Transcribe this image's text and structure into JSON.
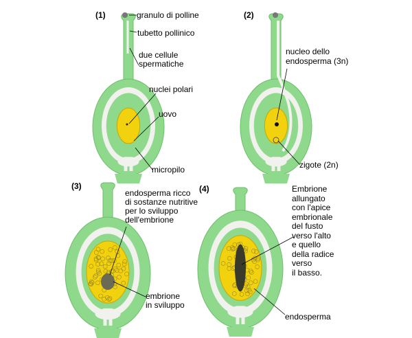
{
  "colors": {
    "tissue": "#8fd98c",
    "cavity": "#f1f1ee",
    "endosperm": "#f2d20f",
    "outline": "#6cbf6a",
    "embryo": "#3a3a2a"
  },
  "panels": [
    {
      "number": "(1)",
      "labels": {
        "pollen": "granulo di polline",
        "tube": "tubetto pollinico",
        "sperm": [
          "due cellule",
          "spermatiche"
        ],
        "polar": "nuclei polari",
        "egg": "uovo",
        "micropyle": "micropilo"
      }
    },
    {
      "number": "(2)",
      "labels": {
        "nucleus": [
          "nucleo dello",
          "endosperma (3n)"
        ],
        "zygote": "zigote (2n)"
      }
    },
    {
      "number": "(3)",
      "labels": {
        "endosperm": [
          "endosperma ricco",
          "di sostanze nutritive",
          "per lo sviluppo",
          "dell'embrione"
        ],
        "embryo": [
          "embrione",
          "in sviluppo"
        ]
      }
    },
    {
      "number": "(4)",
      "labels": {
        "embryo": [
          "Embrione",
          "allungato",
          "con l'apice",
          "embrionale",
          "del fusto",
          "verso l'alto",
          "e quello",
          "della radice",
          "verso",
          "il basso."
        ],
        "endosperm": "endosperma"
      }
    }
  ]
}
